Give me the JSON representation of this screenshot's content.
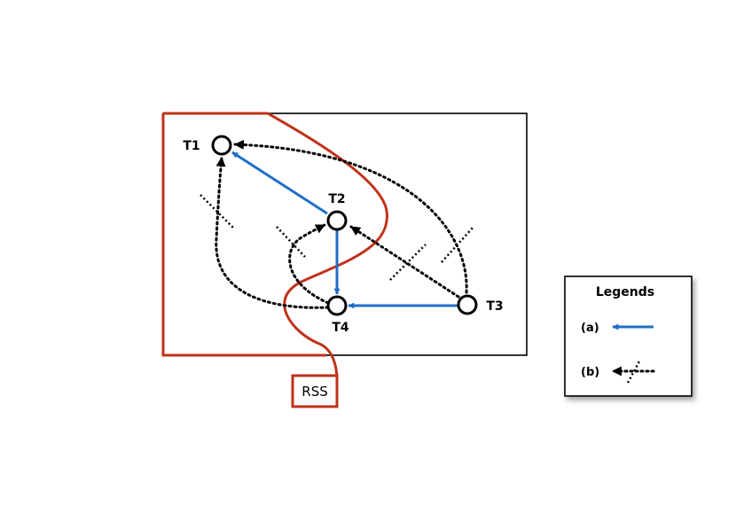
{
  "nodes": {
    "t1": "T1",
    "t2": "T2",
    "t3": "T3",
    "t4": "T4"
  },
  "rss_label": "RSS",
  "legend": {
    "title": "Legends",
    "a_label": "(a)",
    "b_label": "(b)"
  },
  "colors": {
    "solid_edge": "#1f6fc5",
    "rss_curve": "#c0321a",
    "dotted_edge": "#000000"
  }
}
